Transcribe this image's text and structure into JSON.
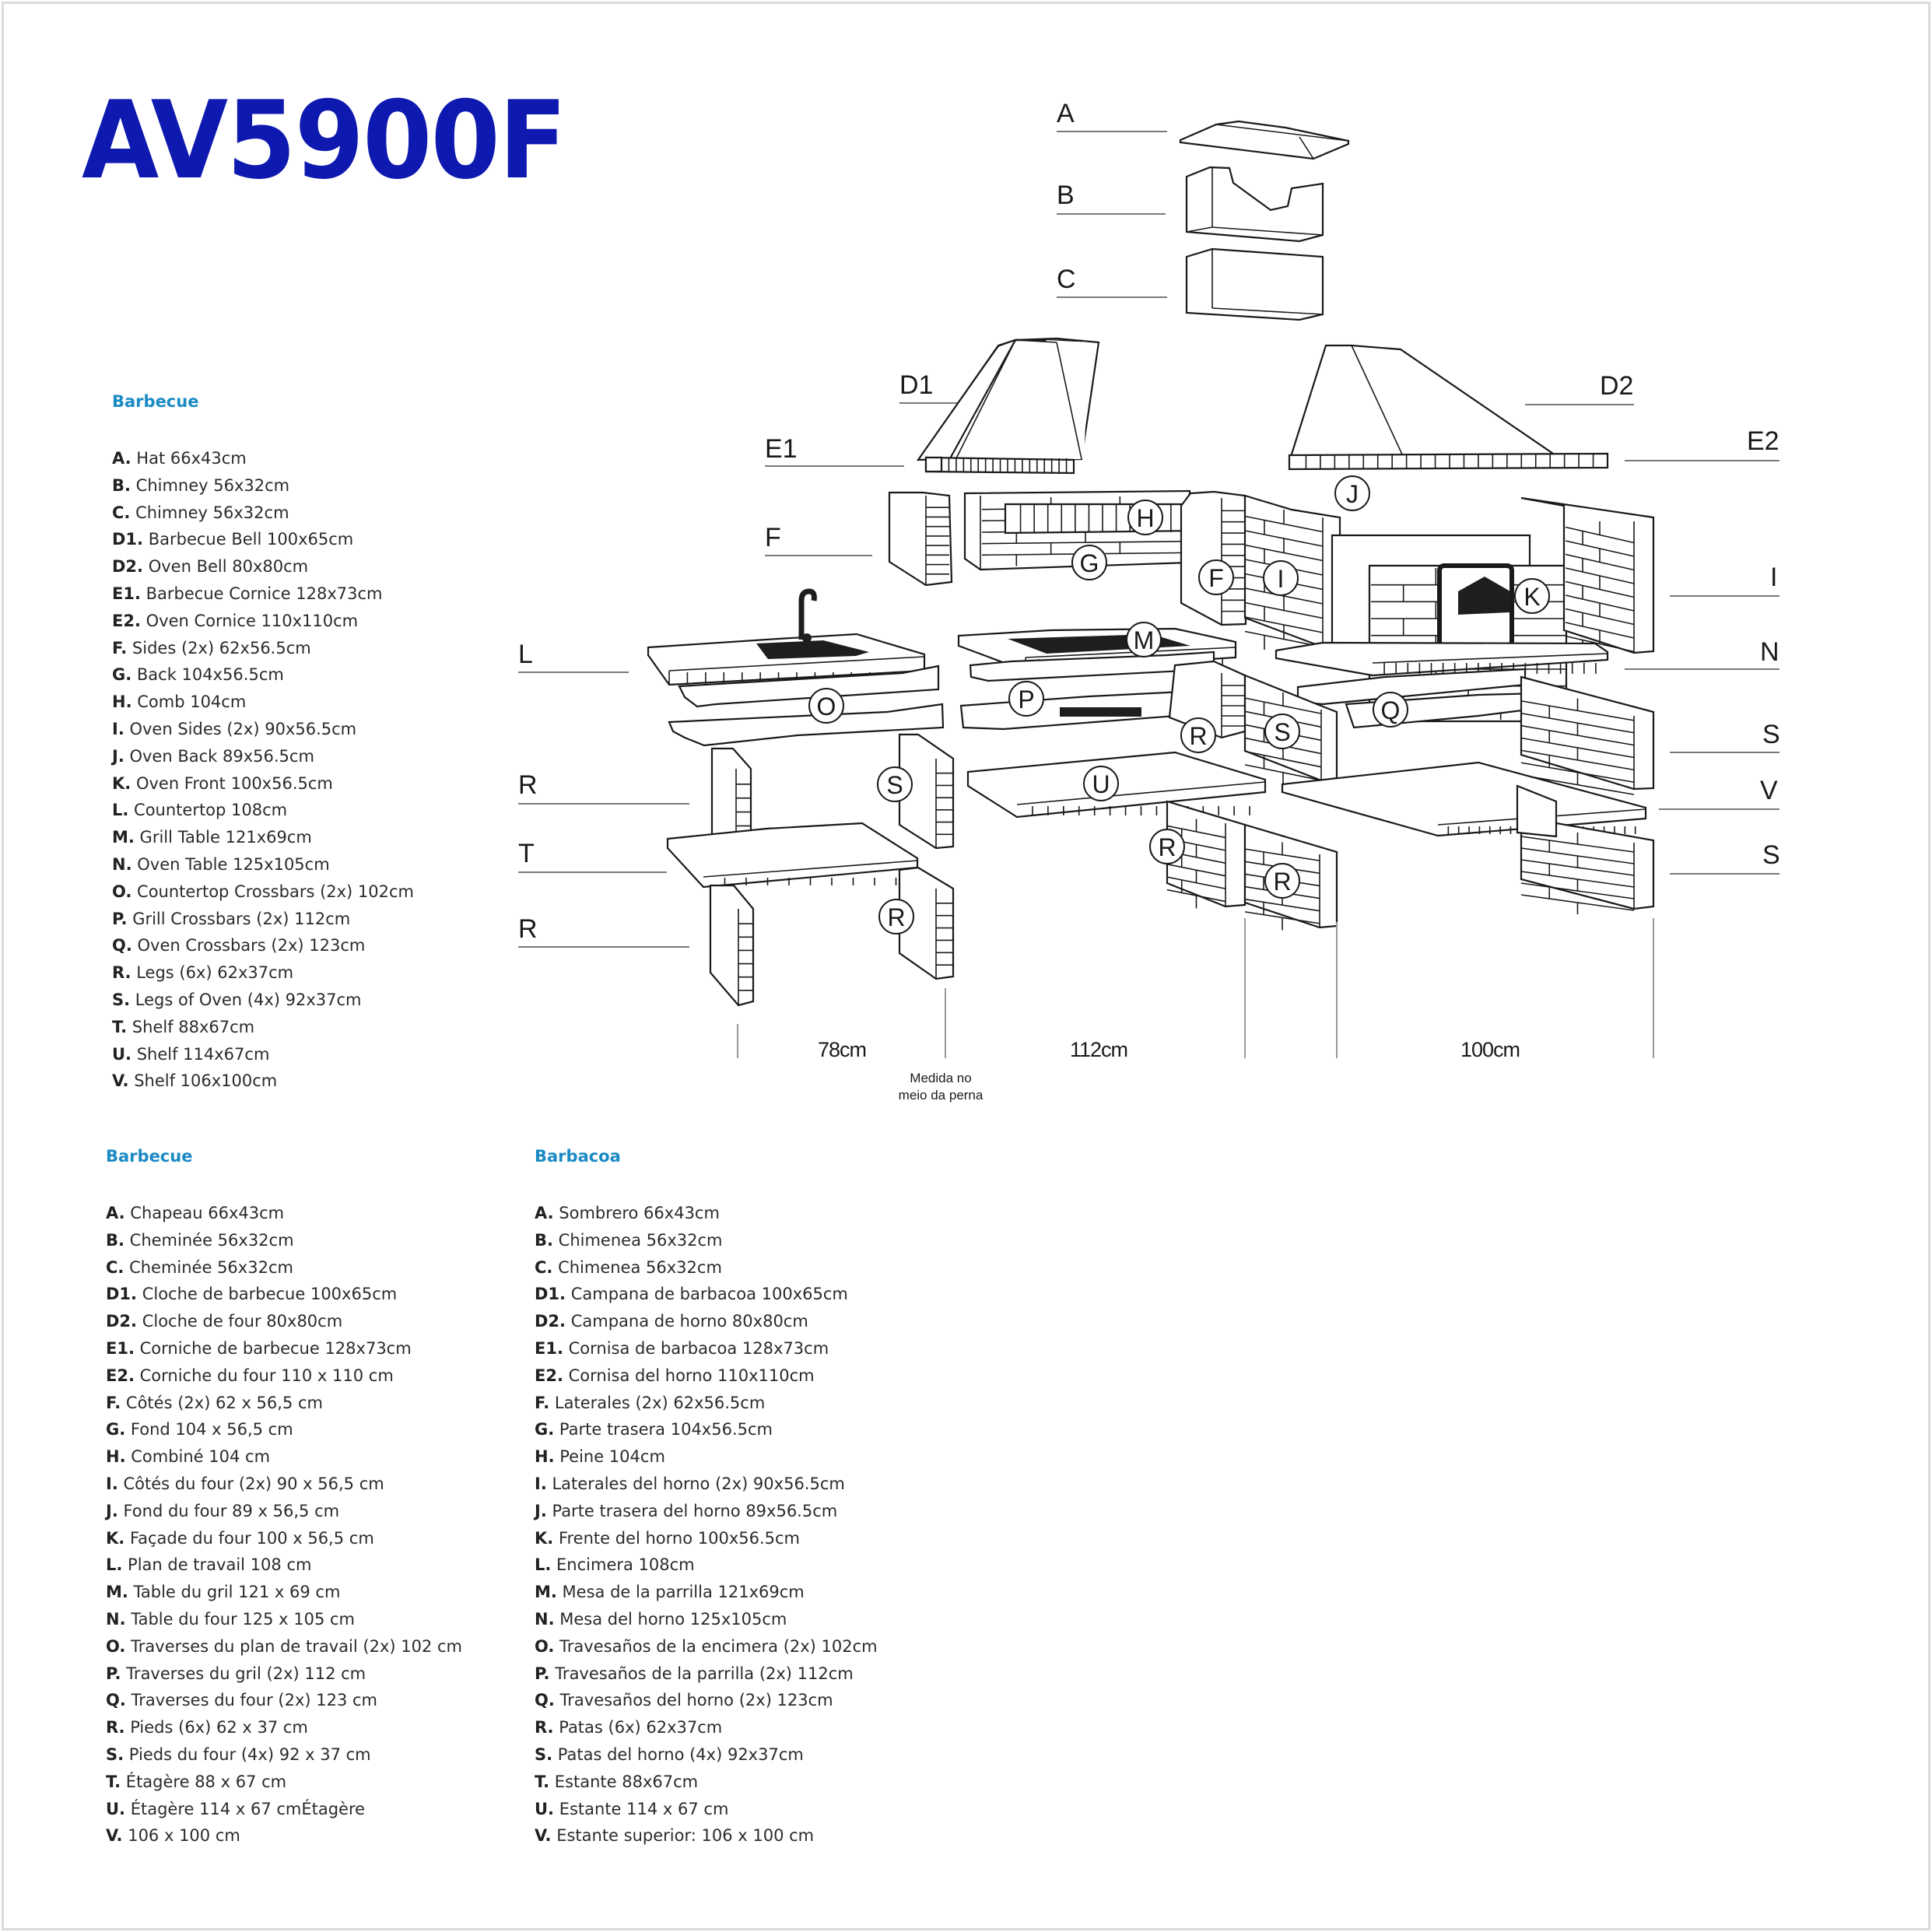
{
  "title": "AV5900F",
  "colors": {
    "title": "#0e19b0",
    "heading": "#1a8ac4",
    "ink": "#1a1a1a"
  },
  "diagram": {
    "callouts": {
      "A": "A",
      "B": "B",
      "C": "C",
      "D1": "D1",
      "D2": "D2",
      "E1": "E1",
      "E2": "E2",
      "F": "F",
      "L": "L",
      "R1": "R",
      "T": "T",
      "R2": "R",
      "I": "I",
      "N": "N",
      "S1": "S",
      "V": "V",
      "S2": "S"
    },
    "bubbles": [
      "H",
      "G",
      "F",
      "I",
      "J",
      "K",
      "M",
      "O",
      "P",
      "Q",
      "R",
      "S",
      "U",
      "R",
      "S",
      "R",
      "R",
      "R"
    ],
    "dimensions": {
      "left": "78cm",
      "middle": "112cm",
      "right": "100cm"
    },
    "note": [
      "Medida no",
      "meio da perna"
    ]
  },
  "legends": {
    "en": {
      "heading": "Barbecue",
      "items": [
        {
          "key": "A.",
          "text": "Hat 66x43cm"
        },
        {
          "key": "B.",
          "text": "Chimney 56x32cm"
        },
        {
          "key": "C.",
          "text": "Chimney 56x32cm"
        },
        {
          "key": "D1.",
          "text": "Barbecue Bell 100x65cm"
        },
        {
          "key": "D2.",
          "text": "Oven Bell 80x80cm"
        },
        {
          "key": "E1.",
          "text": "Barbecue Cornice 128x73cm"
        },
        {
          "key": "E2.",
          "text": "Oven Cornice 110x110cm"
        },
        {
          "key": "F.",
          "text": "Sides (2x) 62x56.5cm"
        },
        {
          "key": "G.",
          "text": "Back 104x56.5cm"
        },
        {
          "key": "H.",
          "text": "Comb 104cm"
        },
        {
          "key": "I.",
          "text": "Oven Sides (2x) 90x56.5cm"
        },
        {
          "key": "J.",
          "text": "Oven Back 89x56.5cm"
        },
        {
          "key": "K.",
          "text": "Oven Front 100x56.5cm"
        },
        {
          "key": "L.",
          "text": "Countertop 108cm"
        },
        {
          "key": "M.",
          "text": "Grill Table 121x69cm"
        },
        {
          "key": "N.",
          "text": "Oven Table 125x105cm"
        },
        {
          "key": "O.",
          "text": "Countertop Crossbars (2x) 102cm"
        },
        {
          "key": "P.",
          "text": "Grill Crossbars (2x) 112cm"
        },
        {
          "key": "Q.",
          "text": "Oven Crossbars (2x) 123cm"
        },
        {
          "key": "R.",
          "text": "Legs (6x) 62x37cm"
        },
        {
          "key": "S.",
          "text": "Legs of Oven (4x) 92x37cm"
        },
        {
          "key": "T.",
          "text": "Shelf 88x67cm"
        },
        {
          "key": "U.",
          "text": "Shelf 114x67cm"
        },
        {
          "key": "V.",
          "text": "Shelf 106x100cm"
        }
      ]
    },
    "fr": {
      "heading": "Barbecue",
      "items": [
        {
          "key": "A.",
          "text": "Chapeau 66x43cm"
        },
        {
          "key": "B.",
          "text": "Cheminée 56x32cm"
        },
        {
          "key": "C.",
          "text": "Cheminée 56x32cm"
        },
        {
          "key": "D1.",
          "text": "Cloche de barbecue 100x65cm"
        },
        {
          "key": "D2.",
          "text": "Cloche de four 80x80cm"
        },
        {
          "key": "E1.",
          "text": "Corniche de barbecue 128x73cm"
        },
        {
          "key": "E2.",
          "text": "Corniche du four 110 x 110 cm"
        },
        {
          "key": "F.",
          "text": "Côtés (2x) 62 x 56,5 cm"
        },
        {
          "key": "G.",
          "text": "Fond 104 x 56,5 cm"
        },
        {
          "key": "H.",
          "text": "Combiné 104 cm"
        },
        {
          "key": "I.",
          "text": "Côtés du four (2x) 90 x 56,5 cm"
        },
        {
          "key": "J.",
          "text": "Fond du four 89 x 56,5 cm"
        },
        {
          "key": "K.",
          "text": "Façade du four 100 x 56,5 cm"
        },
        {
          "key": "L.",
          "text": "Plan de travail 108 cm"
        },
        {
          "key": "M.",
          "text": "Table du gril 121 x 69 cm"
        },
        {
          "key": "N.",
          "text": "Table du four 125 x 105 cm"
        },
        {
          "key": "O.",
          "text": "Traverses du plan de travail (2x) 102 cm"
        },
        {
          "key": "P.",
          "text": "Traverses du gril (2x) 112 cm"
        },
        {
          "key": "Q.",
          "text": "Traverses du four (2x) 123 cm"
        },
        {
          "key": "R.",
          "text": "Pieds (6x) 62 x 37 cm"
        },
        {
          "key": "S.",
          "text": "Pieds du four (4x) 92 x 37 cm"
        },
        {
          "key": "T.",
          "text": "Étagère 88 x 67 cm"
        },
        {
          "key": "U.",
          "text": "Étagère 114 x 67 cmÉtagère"
        },
        {
          "key": "V.",
          "text": "106 x 100 cm"
        }
      ]
    },
    "es": {
      "heading": "Barbacoa",
      "items": [
        {
          "key": "A.",
          "text": "Sombrero 66x43cm"
        },
        {
          "key": "B.",
          "text": "Chimenea 56x32cm"
        },
        {
          "key": "C.",
          "text": "Chimenea 56x32cm"
        },
        {
          "key": "D1.",
          "text": "Campana de barbacoa 100x65cm"
        },
        {
          "key": "D2.",
          "text": "Campana de horno 80x80cm"
        },
        {
          "key": "E1.",
          "text": "Cornisa de barbacoa 128x73cm"
        },
        {
          "key": "E2.",
          "text": "Cornisa del horno 110x110cm"
        },
        {
          "key": "F.",
          "text": "Laterales (2x) 62x56.5cm"
        },
        {
          "key": "G.",
          "text": "Parte trasera 104x56.5cm"
        },
        {
          "key": "H.",
          "text": "Peine 104cm"
        },
        {
          "key": "I.",
          "text": "Laterales del horno (2x) 90x56.5cm"
        },
        {
          "key": "J.",
          "text": "Parte trasera del horno 89x56.5cm"
        },
        {
          "key": "K.",
          "text": "Frente del horno 100x56.5cm"
        },
        {
          "key": "L.",
          "text": "Encimera 108cm"
        },
        {
          "key": "M.",
          "text": "Mesa de la parrilla 121x69cm"
        },
        {
          "key": "N.",
          "text": "Mesa del horno 125x105cm"
        },
        {
          "key": "O.",
          "text": "Travesaños de la encimera (2x) 102cm"
        },
        {
          "key": "P.",
          "text": "Travesaños de la parrilla (2x) 112cm"
        },
        {
          "key": "Q.",
          "text": "Travesaños del horno (2x) 123cm"
        },
        {
          "key": "R.",
          "text": "Patas (6x) 62x37cm"
        },
        {
          "key": "S.",
          "text": "Patas del horno (4x) 92x37cm"
        },
        {
          "key": "T.",
          "text": "Estante 88x67cm"
        },
        {
          "key": "U.",
          "text": "Estante 114 x 67 cm"
        },
        {
          "key": "V.",
          "text": "Estante superior: 106 x 100 cm"
        }
      ]
    }
  }
}
